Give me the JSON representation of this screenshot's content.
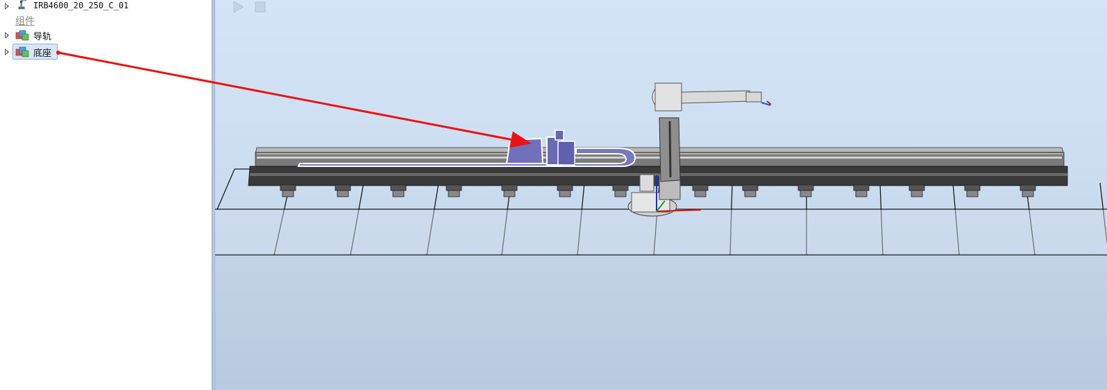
{
  "tree": {
    "robot_label": "IRB4600_20_250_C_01",
    "category_label": "组件",
    "items": [
      {
        "label": "导轨",
        "icon": "component-icon"
      },
      {
        "label": "底座",
        "icon": "component-icon",
        "selected": true
      }
    ]
  },
  "viewport": {
    "toolbar": {
      "play_icon": "play-icon",
      "stop_icon": "stop-icon"
    },
    "colors": {
      "background_top": "#d4e5f7",
      "background_bottom": "#b7cadf",
      "highlight": "#7272b8",
      "arrow": "#ee1111"
    }
  }
}
